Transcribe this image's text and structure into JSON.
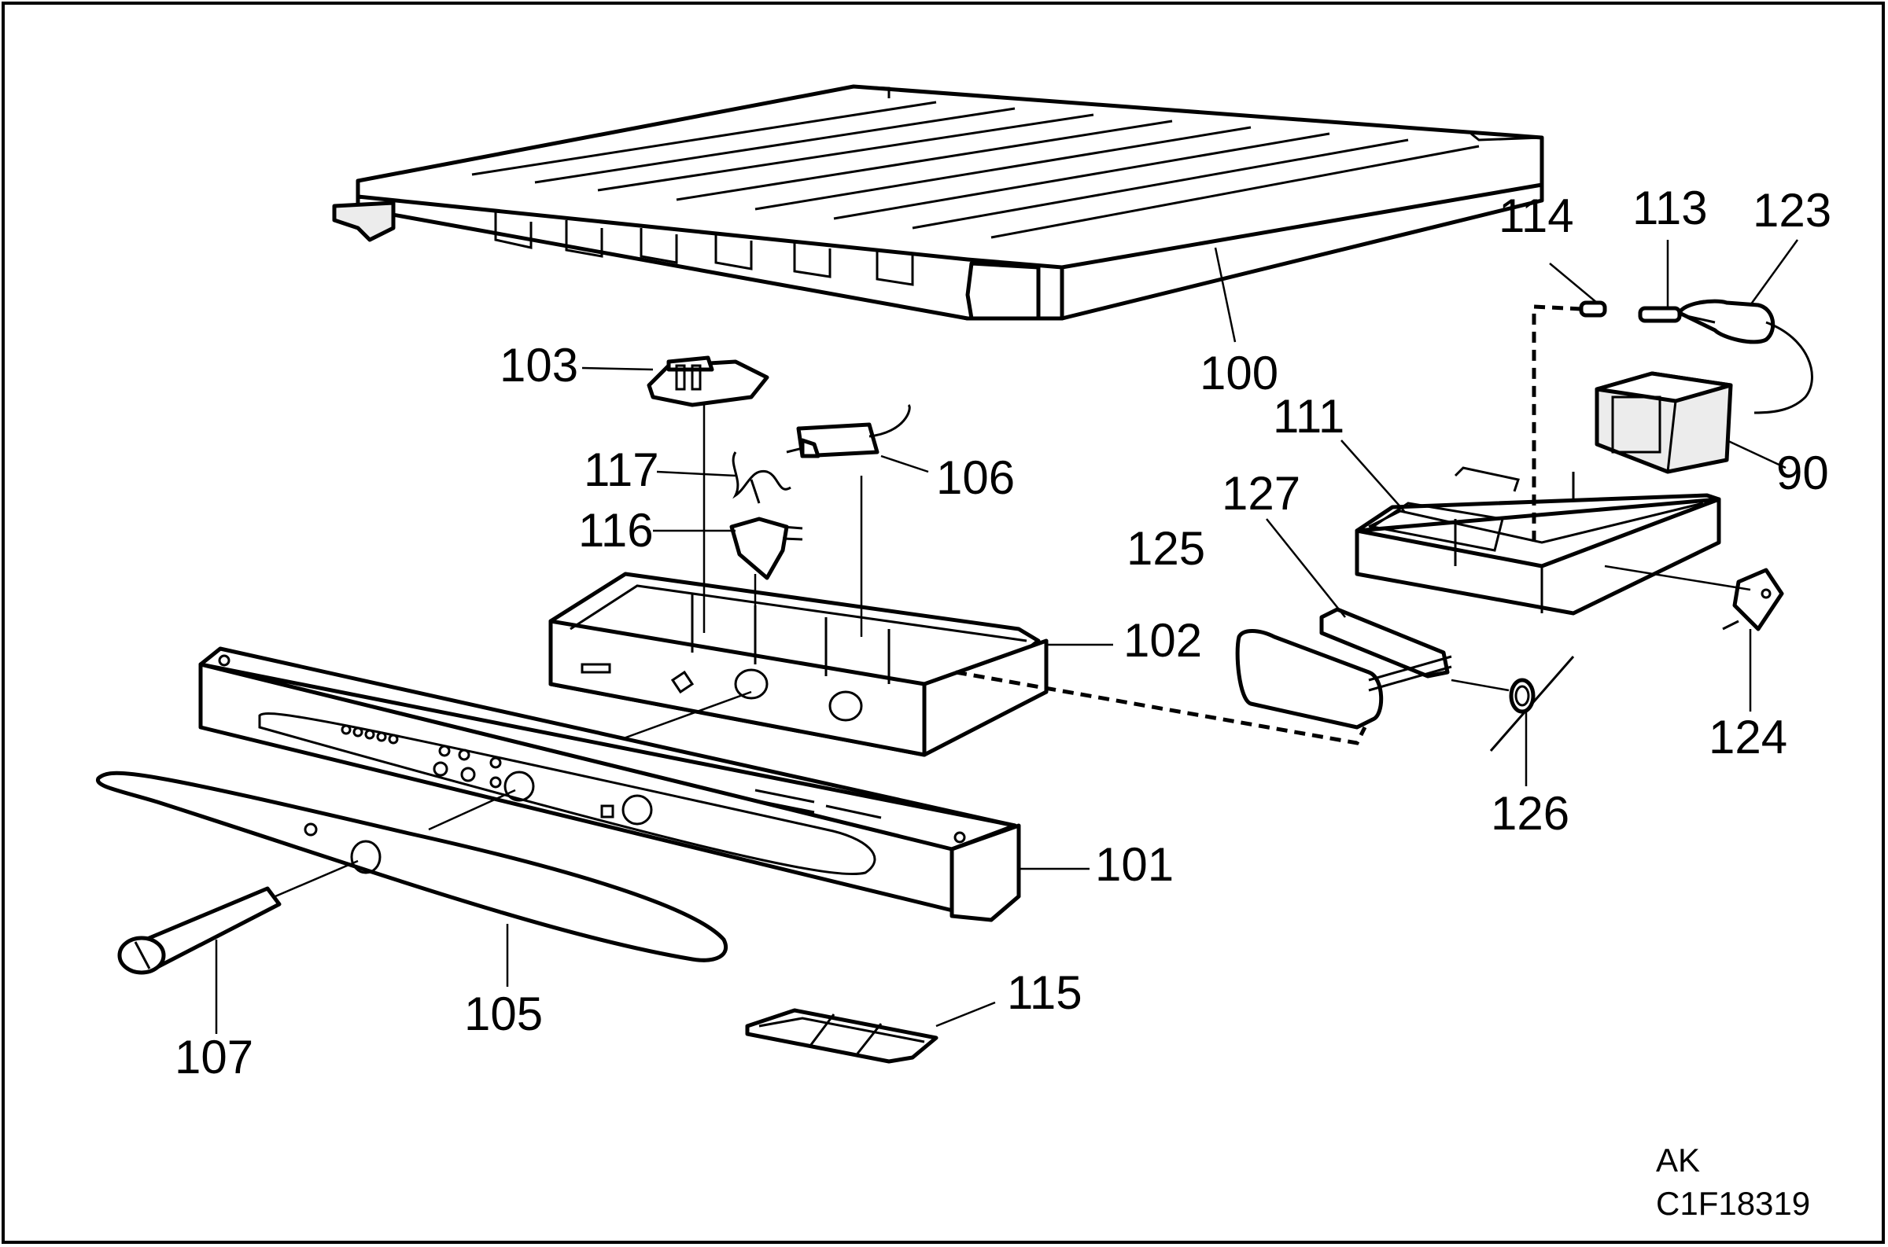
{
  "labels": {
    "l90": "90",
    "l100": "100",
    "l101": "101",
    "l102": "102",
    "l103": "103",
    "l105": "105",
    "l106": "106",
    "l107": "107",
    "l111": "111",
    "l113": "113",
    "l114": "114",
    "l115": "115",
    "l116": "116",
    "l117": "117",
    "l123": "123",
    "l124": "124",
    "l125": "125",
    "l126": "126",
    "l127": "127"
  },
  "caption": {
    "line1": "AK",
    "line2": "C1F18319"
  }
}
